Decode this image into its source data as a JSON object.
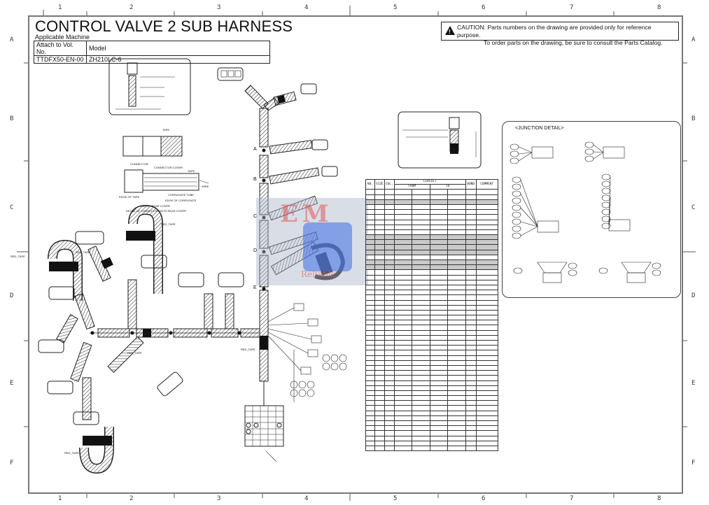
{
  "title": "CONTROL VALVE 2 SUB HARNESS",
  "applicable_machine_label": "Applicable Machine",
  "info_table": {
    "headers": [
      "Attach to Vol. No.",
      "Model"
    ],
    "values": [
      "TTDFX50-EN-00",
      "ZH210LC-6"
    ]
  },
  "caution": {
    "label": "CAUTION:",
    "line1": "Parts numbers on the drawing are provided only for reference purpose.",
    "line2": "To order parts on the drawing, be sure to consult the Parts Catalog."
  },
  "grid": {
    "columns": [
      "1",
      "2",
      "3",
      "4",
      "5",
      "6",
      "7",
      "8"
    ],
    "rows": [
      "A",
      "B",
      "C",
      "D",
      "E",
      "F"
    ]
  },
  "junction_detail": {
    "title": "<JUNCTION DETAIL>"
  },
  "wire_table": {
    "headers": {
      "no": "NO.",
      "size": "SIZE",
      "col": "COL.",
      "circuit": "CIRCUIT",
      "from": "FROM",
      "to": "TO",
      "bond": "BOND",
      "comment": "COMMENT"
    }
  },
  "diagram_labels": {
    "red_tape": "RED_TAPE",
    "note_rear_cover": "NOTE : REAR COVER",
    "detail_connector": "DETAIL OF CONNECTOR WITH REAR COVER",
    "tape": "TAPE",
    "connector": "CONNECTOR",
    "connector_cover": "CONNECTOR COVER",
    "wire": "WIRE",
    "corrugate_tube": "CORRUGATE TUBE",
    "edge_of_tape": "EDGE OF TAPE",
    "edge_of_corrugate": "EDGE OF CORRUGATE",
    "branch_points": [
      "A",
      "B",
      "C",
      "D",
      "E"
    ]
  },
  "watermark": {
    "logo": "EM",
    "text": "Reliable"
  }
}
